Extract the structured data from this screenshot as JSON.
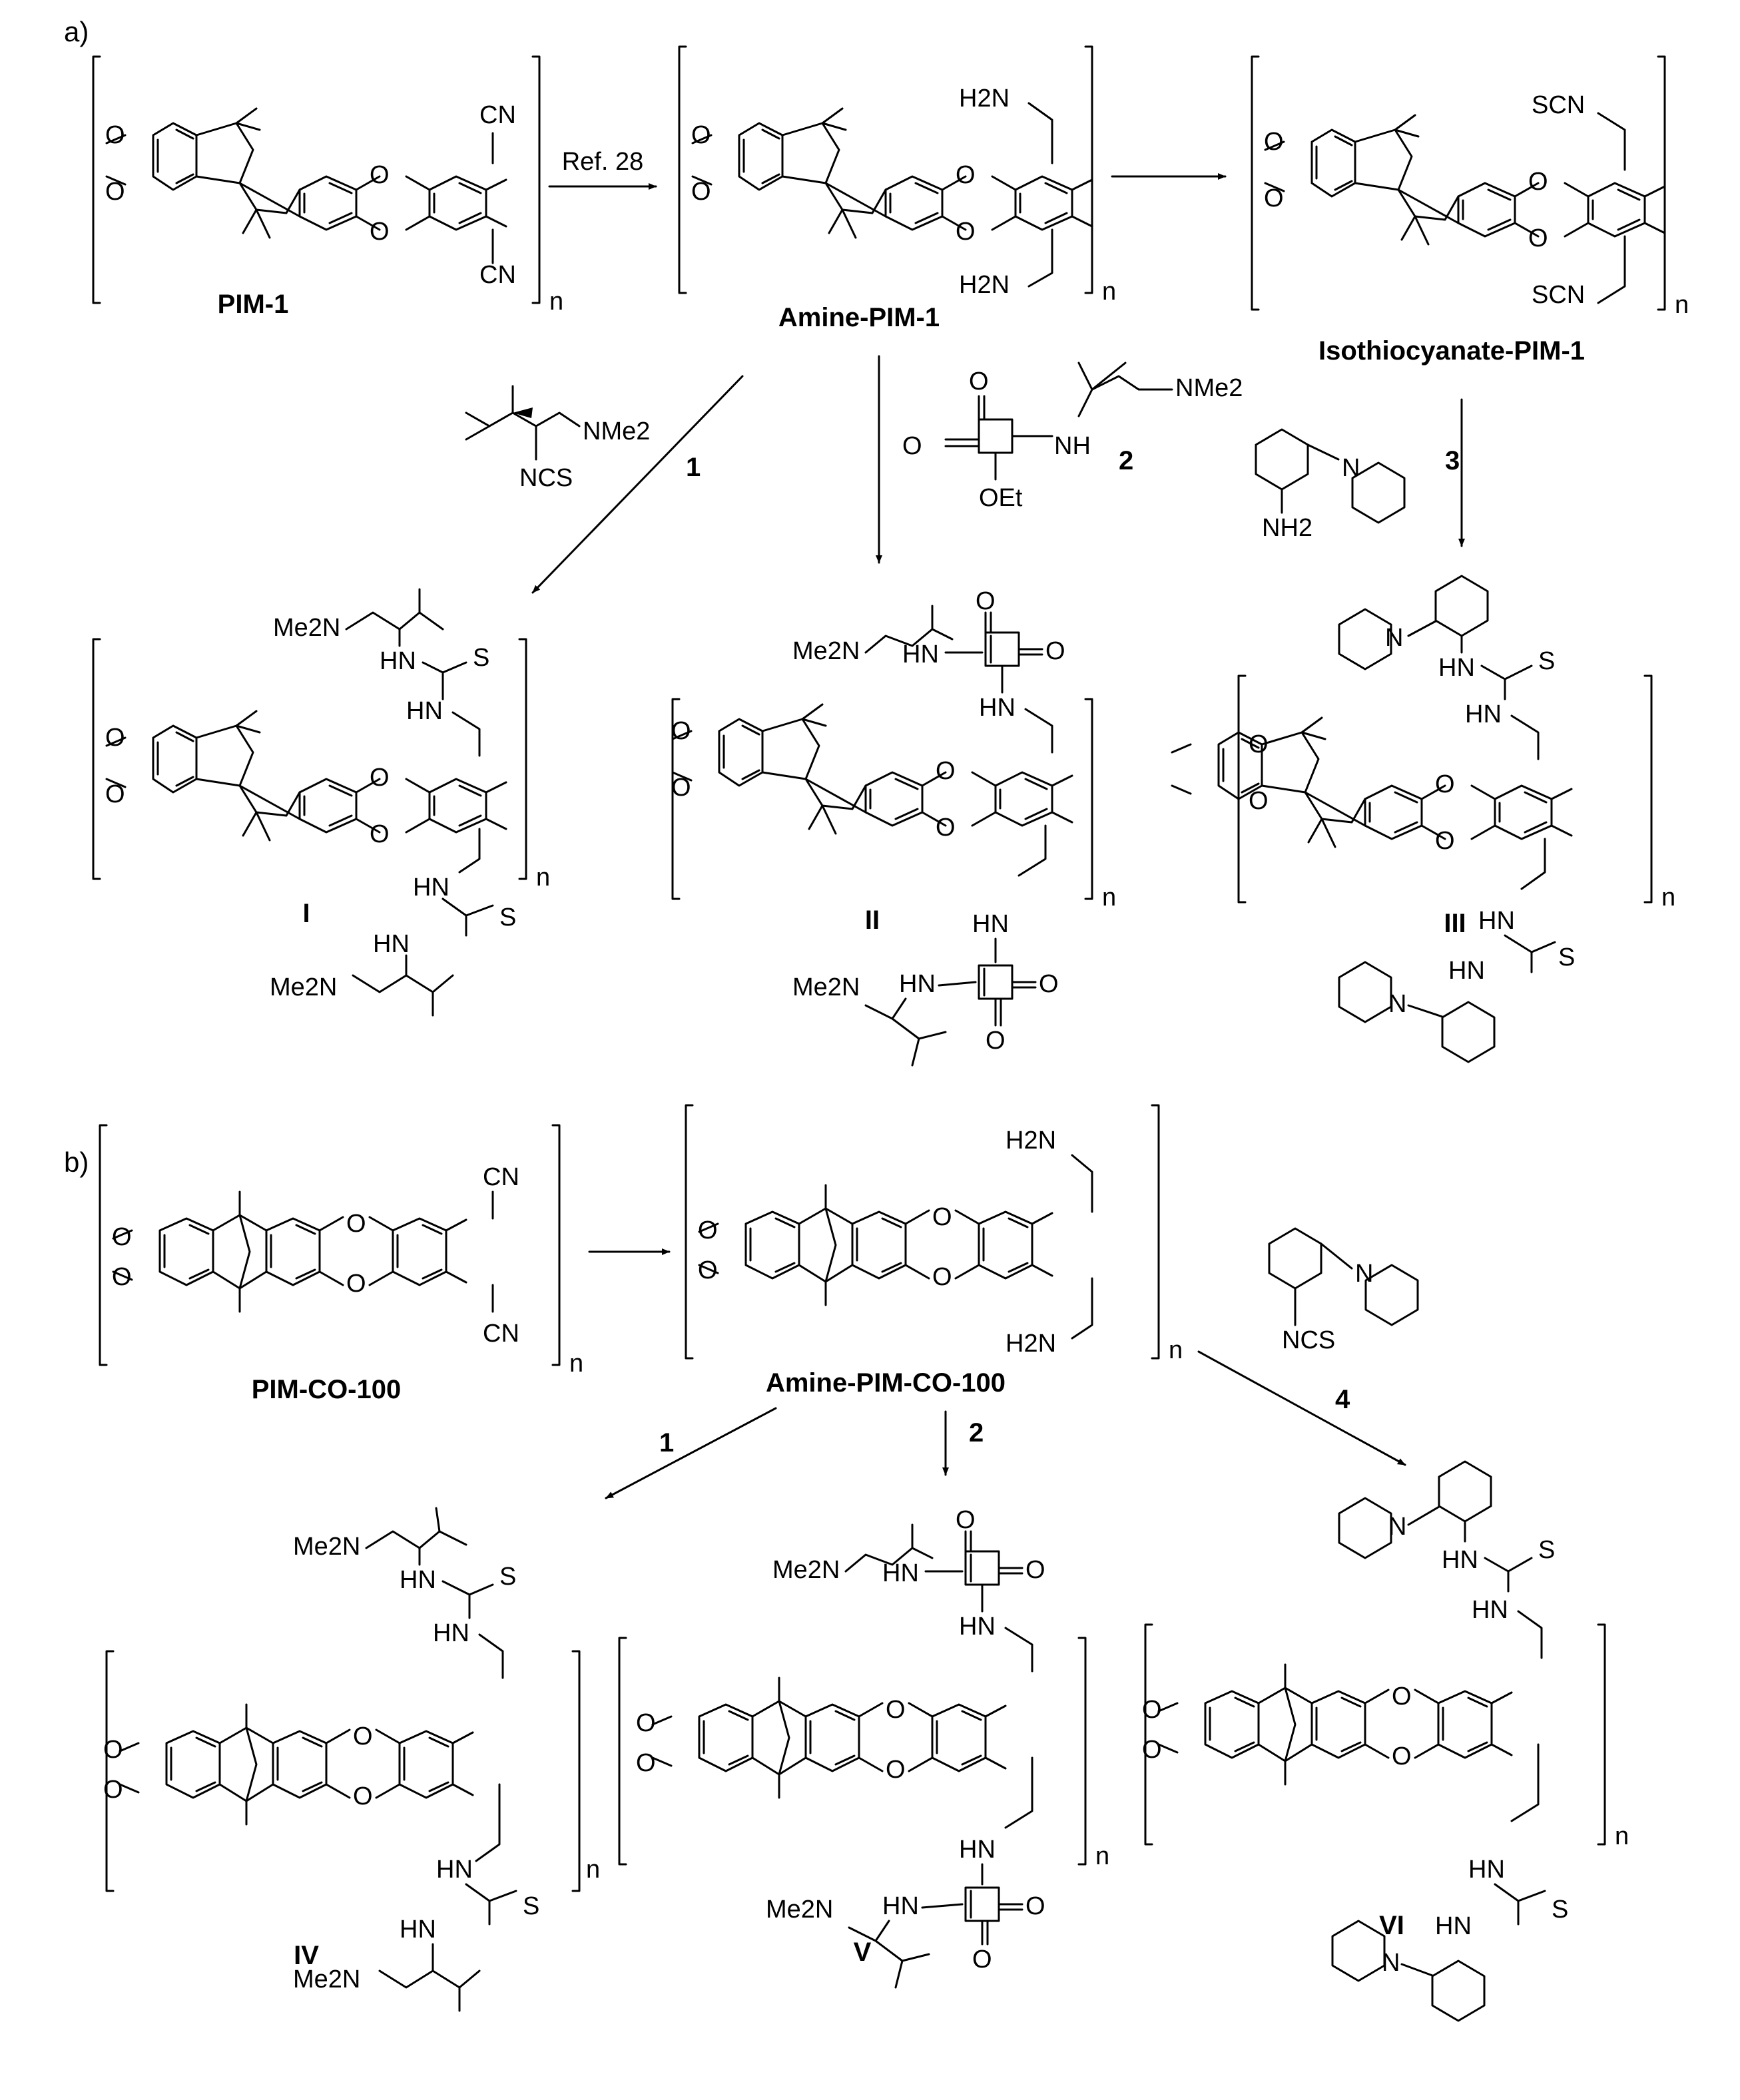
{
  "panels": {
    "a": "a)",
    "b": "b)"
  },
  "compounds": {
    "pim1": "PIM-1",
    "amine_pim1": "Amine-PIM-1",
    "isothiocyanate_pim1": "Isothiocyanate-PIM-1",
    "pim_co100": "PIM-CO-100",
    "amine_pim_co100": "Amine-PIM-CO-100",
    "I": "I",
    "II": "II",
    "III": "III",
    "IV": "IV",
    "V": "V",
    "VI": "VI"
  },
  "reagents": {
    "r1": "1",
    "r2": "2",
    "r3": "3",
    "r4": "4"
  },
  "arrow_labels": {
    "ref": "Ref. 28"
  },
  "atoms": {
    "O": "O",
    "CN": "CN",
    "n": "n",
    "H2N": "H2N",
    "SCN": "SCN",
    "NCS": "NCS",
    "NMe2": "NMe2",
    "Me2N": "Me2N",
    "NH": "NH",
    "NH2": "NH2",
    "HN": "HN",
    "S": "S",
    "N": "N",
    "OEt": "OEt"
  }
}
